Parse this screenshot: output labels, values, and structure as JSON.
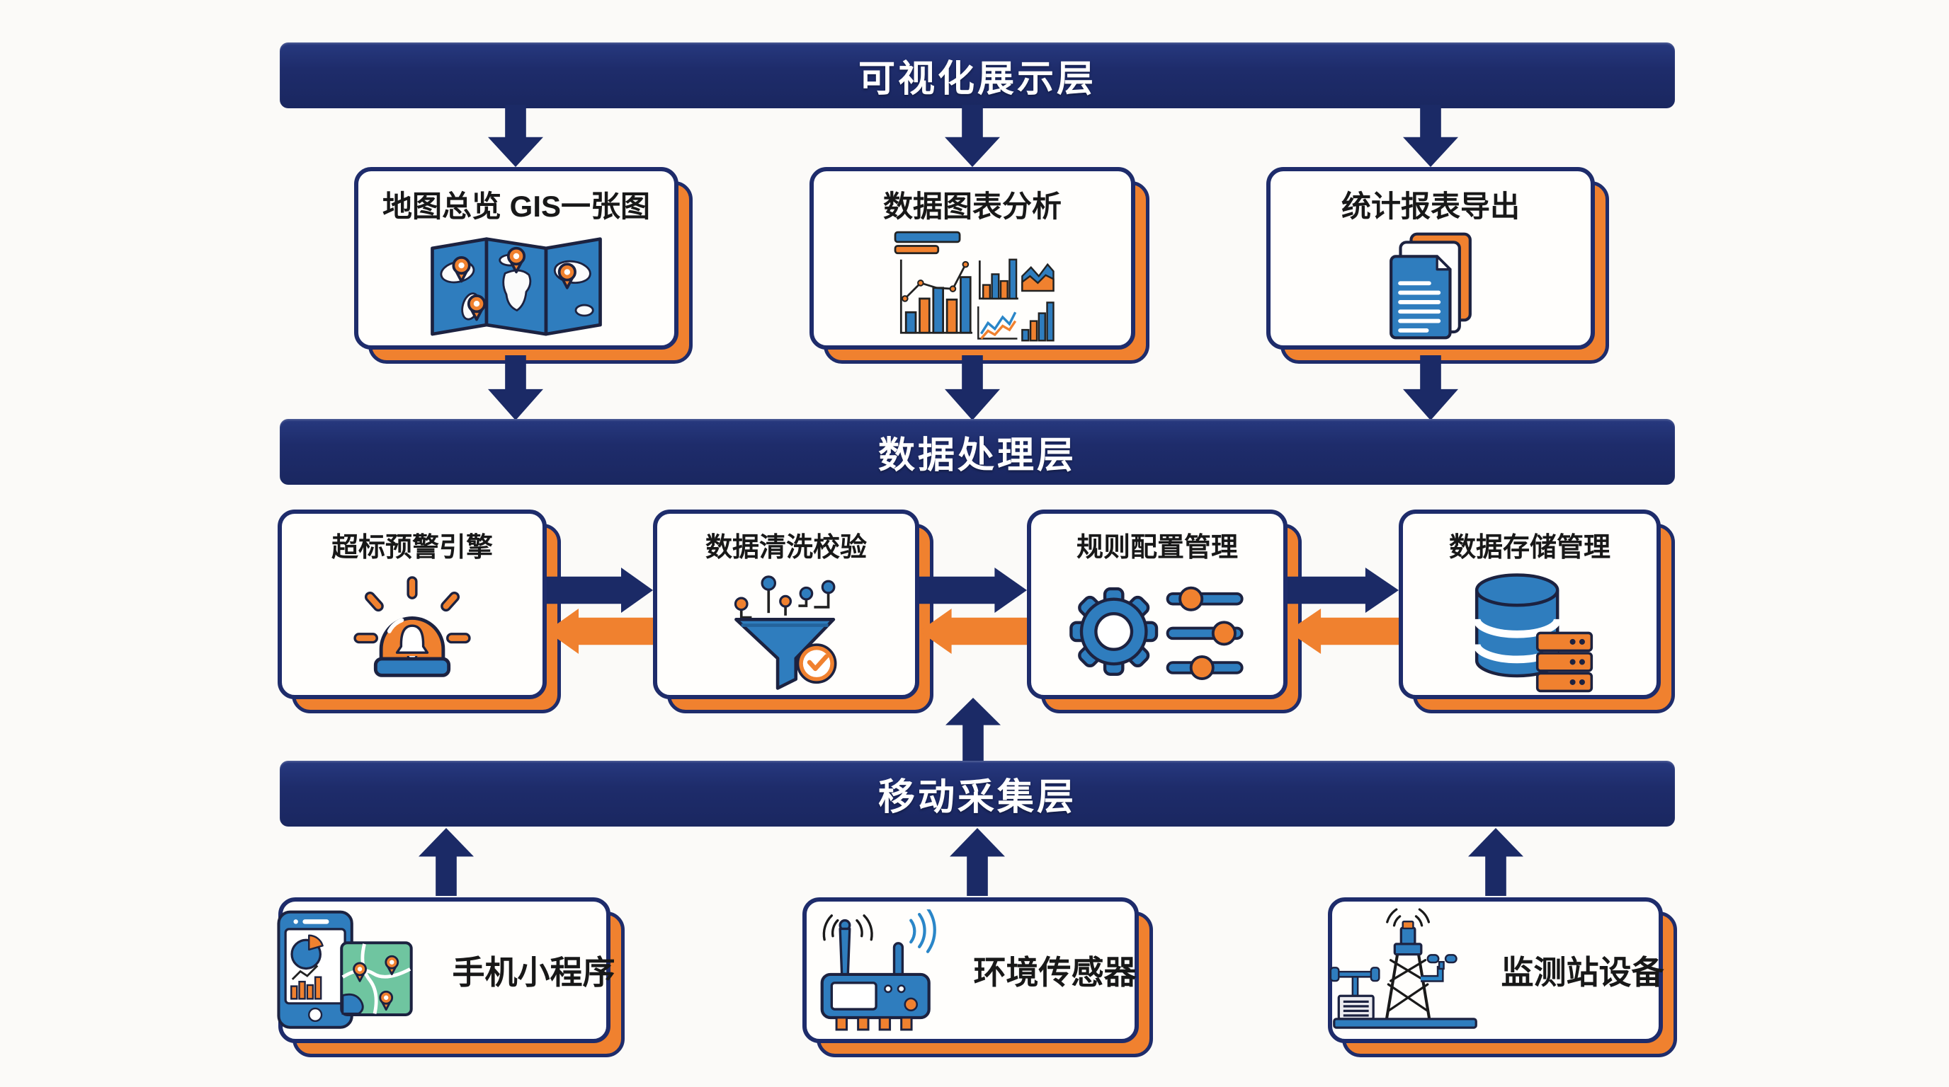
{
  "colors": {
    "navy": "#1e2c6b",
    "arrow_navy": "#1b2a66",
    "orange": "#f0812f",
    "blue": "#2f7dbe",
    "green_map": "#6fc5a0",
    "background": "#fbfaf8"
  },
  "banners": {
    "visualization": {
      "label": "可视化展示层"
    },
    "processing": {
      "label": "数据处理层"
    },
    "collection": {
      "label": "移动采集层"
    }
  },
  "visualization_row": [
    {
      "label": "地图总览 GIS一张图",
      "icon": "world-map-icon"
    },
    {
      "label": "数据图表分析",
      "icon": "charts-icon"
    },
    {
      "label": "统计报表导出",
      "icon": "documents-icon"
    }
  ],
  "processing_row": [
    {
      "label": "超标预警引擎",
      "icon": "alarm-icon"
    },
    {
      "label": "数据清洗校验",
      "icon": "funnel-icon"
    },
    {
      "label": "规则配置管理",
      "icon": "gear-sliders-icon"
    },
    {
      "label": "数据存储管理",
      "icon": "database-icon"
    }
  ],
  "collection_row": [
    {
      "label": "手机小程序",
      "icon": "phone-map-icon"
    },
    {
      "label": "环境传感器",
      "icon": "wireless-sensor-icon"
    },
    {
      "label": "监测站设备",
      "icon": "monitoring-tower-icon"
    }
  ]
}
